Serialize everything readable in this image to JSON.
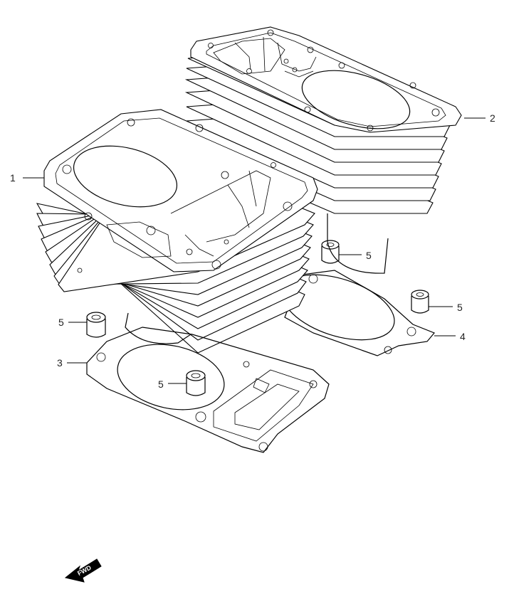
{
  "callouts": [
    {
      "id": "1",
      "label": "1"
    },
    {
      "id": "2",
      "label": "2"
    },
    {
      "id": "3",
      "label": "3"
    },
    {
      "id": "4",
      "label": "4"
    },
    {
      "id": "5a",
      "label": "5"
    },
    {
      "id": "5b",
      "label": "5"
    },
    {
      "id": "5c",
      "label": "5"
    },
    {
      "id": "5d",
      "label": "5"
    }
  ],
  "fwd_label": "FWD",
  "colors": {
    "line": "#000000",
    "background": "#ffffff"
  }
}
